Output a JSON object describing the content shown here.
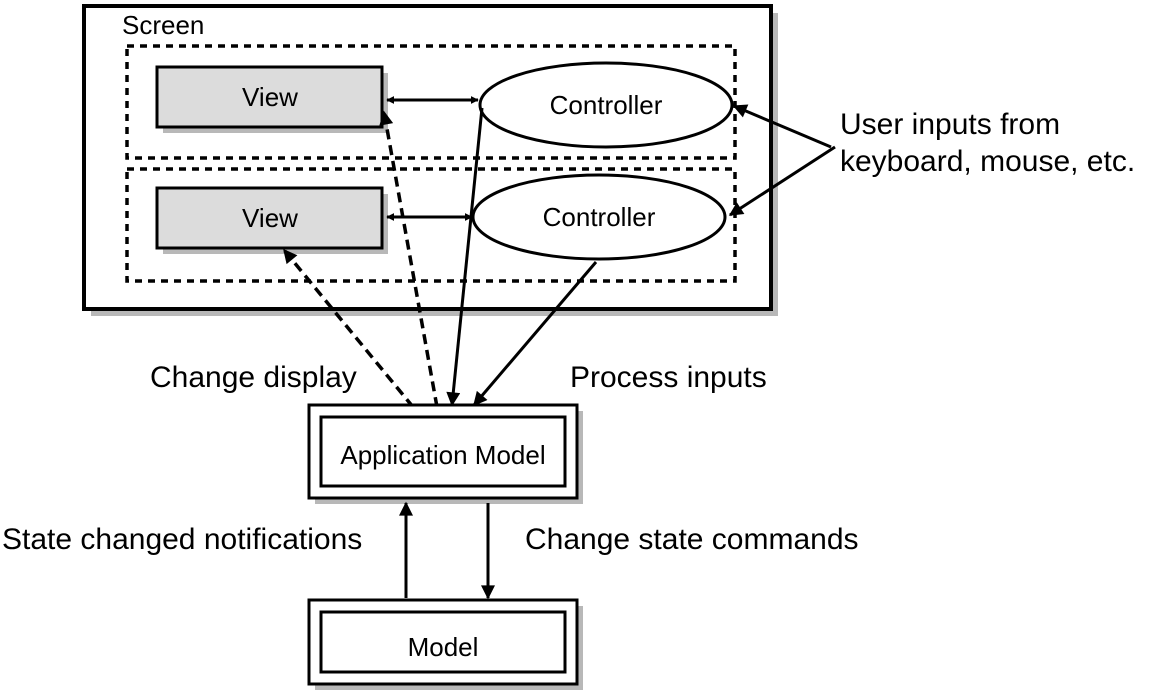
{
  "screen": {
    "label": "Screen"
  },
  "panels": [
    {
      "view_label": "View",
      "controller_label": "Controller"
    },
    {
      "view_label": "View",
      "controller_label": "Controller"
    }
  ],
  "labels": {
    "user_inputs_line1": "User inputs from",
    "user_inputs_line2": "keyboard, mouse, etc.",
    "change_display": "Change display",
    "process_inputs": "Process inputs",
    "state_changed": "State changed notifications",
    "change_state": "Change state commands"
  },
  "application_model": {
    "label": "Application Model"
  },
  "model": {
    "label": "Model"
  },
  "colors": {
    "view_fill": "#dcdcdc",
    "shadow": "#b8b8b8",
    "line": "#000000"
  }
}
